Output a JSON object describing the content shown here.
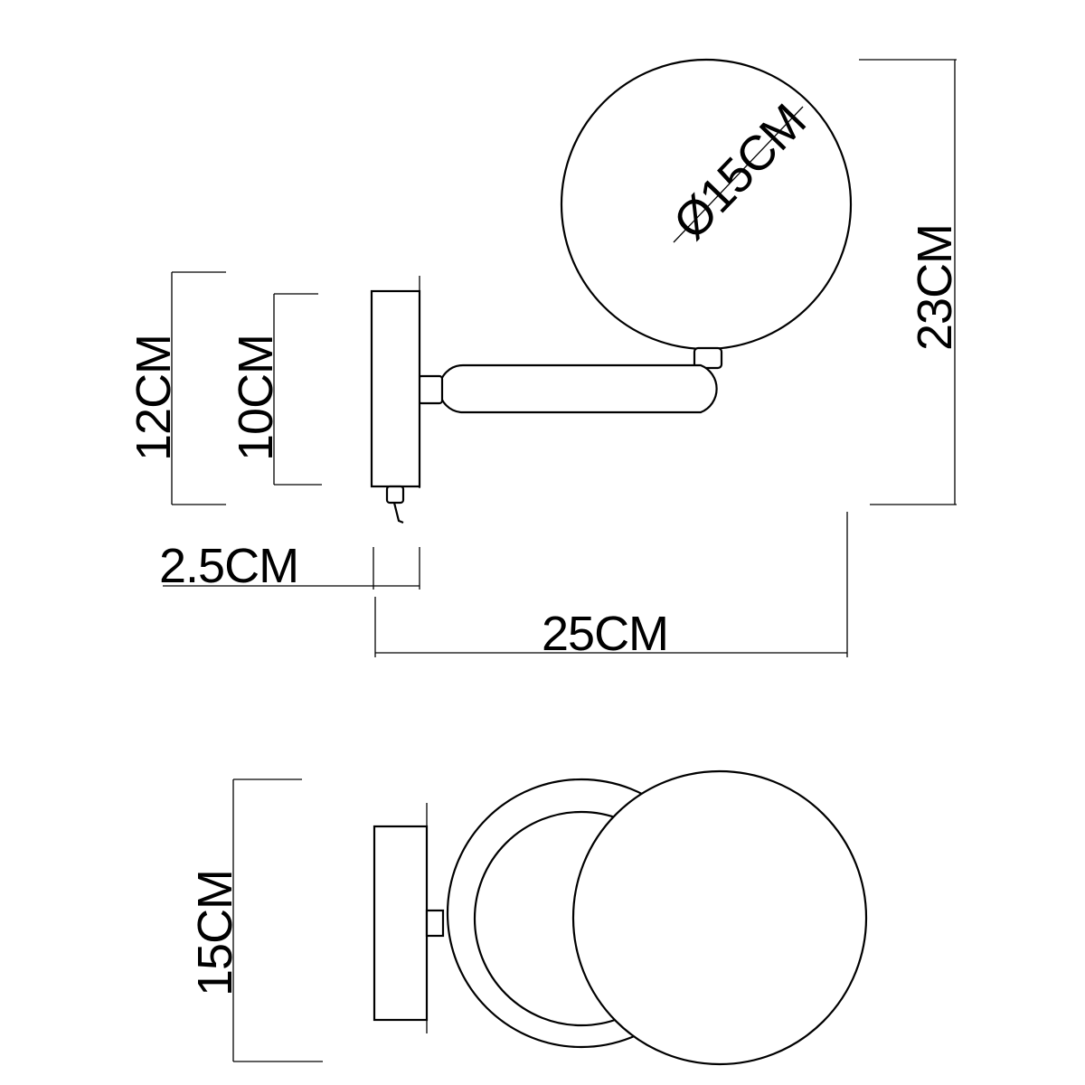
{
  "dimensions": {
    "globe_diameter": "Ø15CM",
    "total_height": "23CM",
    "backplate_outer_height": "12CM",
    "backplate_inner_height": "10CM",
    "backplate_depth": "2.5CM",
    "projection_length": "25CM",
    "front_view_height": "15CM"
  },
  "colors": {
    "line": "#000000",
    "background": "#ffffff"
  }
}
